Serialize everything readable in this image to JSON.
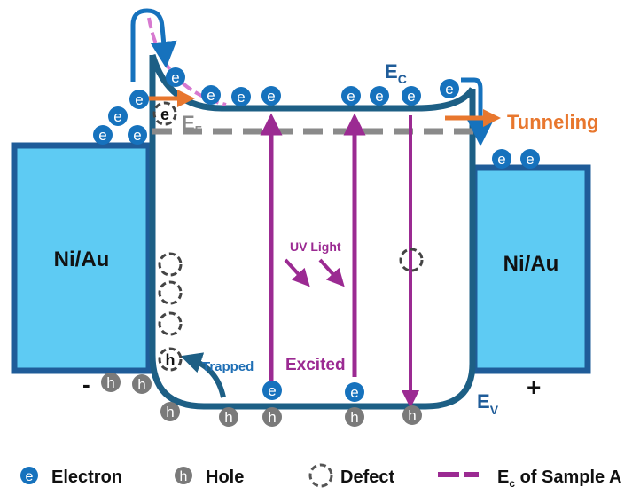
{
  "labels": {
    "left_contact": "Ni/Au",
    "right_contact": "Ni/Au",
    "ec": "E",
    "ec_sub": "C",
    "ef": "E",
    "ef_sub": "F",
    "ev": "E",
    "ev_sub": "V",
    "tunneling": "Tunneling",
    "uv_light": "UV Light",
    "excited": "Excited",
    "trapped": "Trapped",
    "minus": "-",
    "plus": "+",
    "electron_glyph": "e",
    "hole_glyph": "h"
  },
  "legend": {
    "electron": "Electron",
    "hole": "Hole",
    "defect": "Defect",
    "sample_a": "E",
    "sample_a_sub": "c",
    "sample_a_rest": " of Sample A"
  },
  "colors": {
    "contact_fill": "#5ecbf3",
    "contact_border": "#1f5c99",
    "band": "#1d5f85",
    "electron": "#1672bd",
    "hole": "#7a7a7a",
    "fermi": "#8a8a8a",
    "uv": "#9b2a92",
    "sample_a": "#d77ad0",
    "tunneling": "#e8772e",
    "arrow_blue": "#1672bd"
  }
}
